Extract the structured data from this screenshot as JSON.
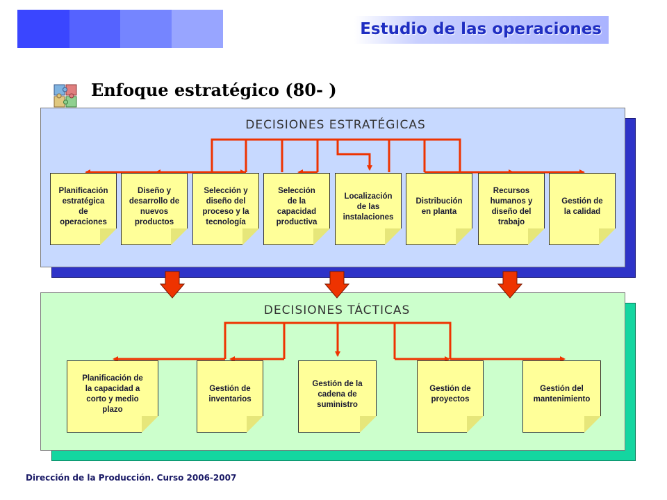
{
  "header": {
    "title": "Estudio de las operaciones"
  },
  "subtitle": "Enfoque estratégico (80- )",
  "strategic": {
    "title": "DECISIONES ESTRATÉGICAS",
    "items": [
      {
        "label": "Planificación\nestratégica\nde\noperaciones"
      },
      {
        "label": "Diseño y\ndesarrollo de\nnuevos\nproductos"
      },
      {
        "label": "Selección y\ndiseño del\nproceso y la\ntecnología"
      },
      {
        "label": "Selección\nde la\ncapacidad\nproductiva"
      },
      {
        "label": "Localización\nde las\ninstalaciones"
      },
      {
        "label": "Distribución\nen planta"
      },
      {
        "label": "Recursos\nhumanos y\ndiseño del\ntrabajo"
      },
      {
        "label": "Gestión de\nla calidad"
      }
    ]
  },
  "tactical": {
    "title": "DECISIONES TÁCTICAS",
    "items": [
      {
        "label": "Planificación de\nla capacidad a\ncorto y medio\nplazo"
      },
      {
        "label": "Gestión de\ninventarios"
      },
      {
        "label": "Gestión de la\ncadena de\nsuministro"
      },
      {
        "label": "Gestión de\nproyectos"
      },
      {
        "label": "Gestión del\nmantenimiento"
      }
    ]
  },
  "footer": "Dirección de la Producción. Curso 2006-2007",
  "colors": {
    "connector": "#ee3300",
    "strategic_panel": "#c7d9ff",
    "strategic_shadow": "#2e33c8",
    "tactical_panel": "#ccffcc",
    "tactical_shadow": "#14d6a0",
    "note": "#ffff99",
    "header_text": "#1f2ec2"
  },
  "icons": [
    "puzzle-icon",
    "down-arrow-icon"
  ]
}
